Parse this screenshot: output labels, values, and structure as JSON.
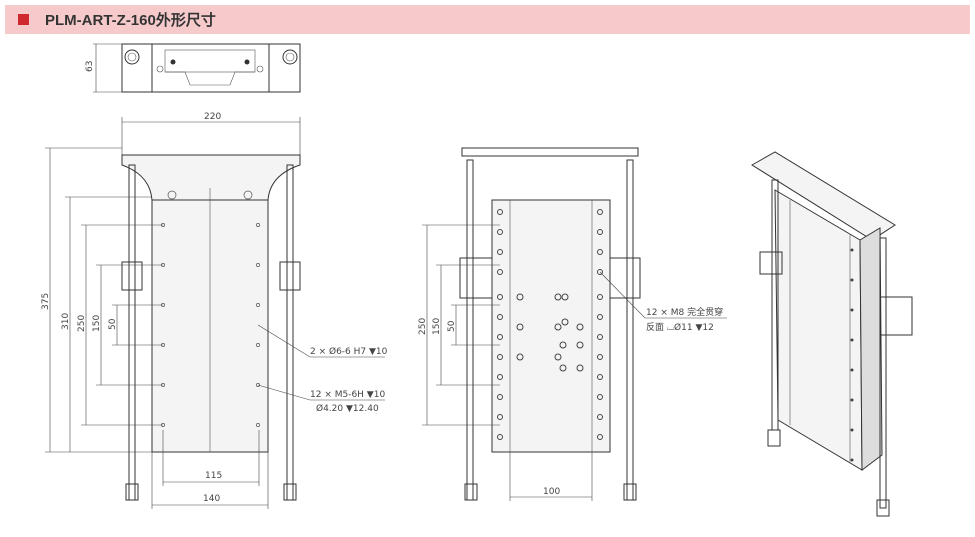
{
  "header": {
    "title": "PLM-ART-Z-160外形尺寸",
    "accent": "#d0282f",
    "background": "#f6cacb"
  },
  "top_view": {
    "dim_height": "63"
  },
  "front_view": {
    "dim_width": "220",
    "vertical_dims": [
      "375",
      "310",
      "250",
      "150",
      "50"
    ],
    "dim_115": "115",
    "dim_140": "140",
    "note1": "2 × Ø6-6 H7 ▼10",
    "note2_line1": "12 × M5-6H ▼10",
    "note2_line2": "Ø4.20 ▼12.40"
  },
  "side_view": {
    "vertical_dims": [
      "250",
      "150",
      "50"
    ],
    "dim_100": "100",
    "note_line1": "12 × M8 完全贯穿",
    "note_line2": "反面 ⌴Ø11 ▼12"
  }
}
